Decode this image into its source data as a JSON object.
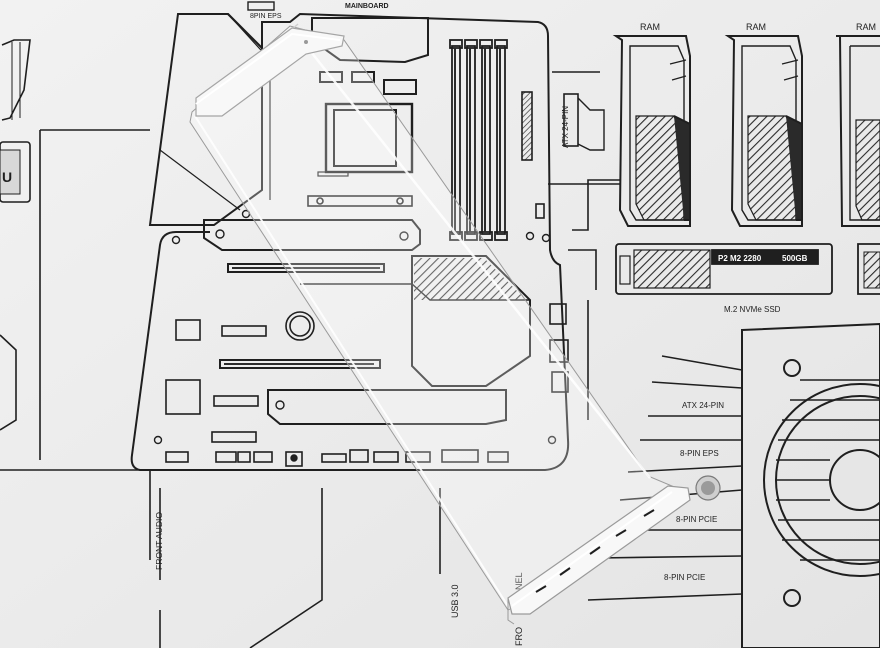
{
  "labels": {
    "mainboard": "MAINBOARD",
    "eps_top": "8PIN EPS",
    "atx_vertical": "ATX 24-PIN",
    "ram": [
      "RAM",
      "RAM",
      "RAM"
    ],
    "ssd_text": "P2 M2 2280",
    "ssd_size": "500GB",
    "ssd_caption": "M.2 NVMe SSD",
    "psu_atx": "ATX 24-PIN",
    "psu_eps": "8-PIN EPS",
    "psu_pcie_1": "8-PIN PCIE",
    "psu_pcie_2": "8-PIN PCIE",
    "front_audio": "FRONT AUDIO",
    "usb": "USB 3.0",
    "front_panel_partial": "NEL",
    "front_panel_partial_left": "FRO",
    "cpu_partial": "U"
  },
  "colors": {
    "paper": "#ececec",
    "line": "#1f1f1f",
    "acrylic": "#f6f7f8",
    "hatch": "#3a3a3a"
  }
}
